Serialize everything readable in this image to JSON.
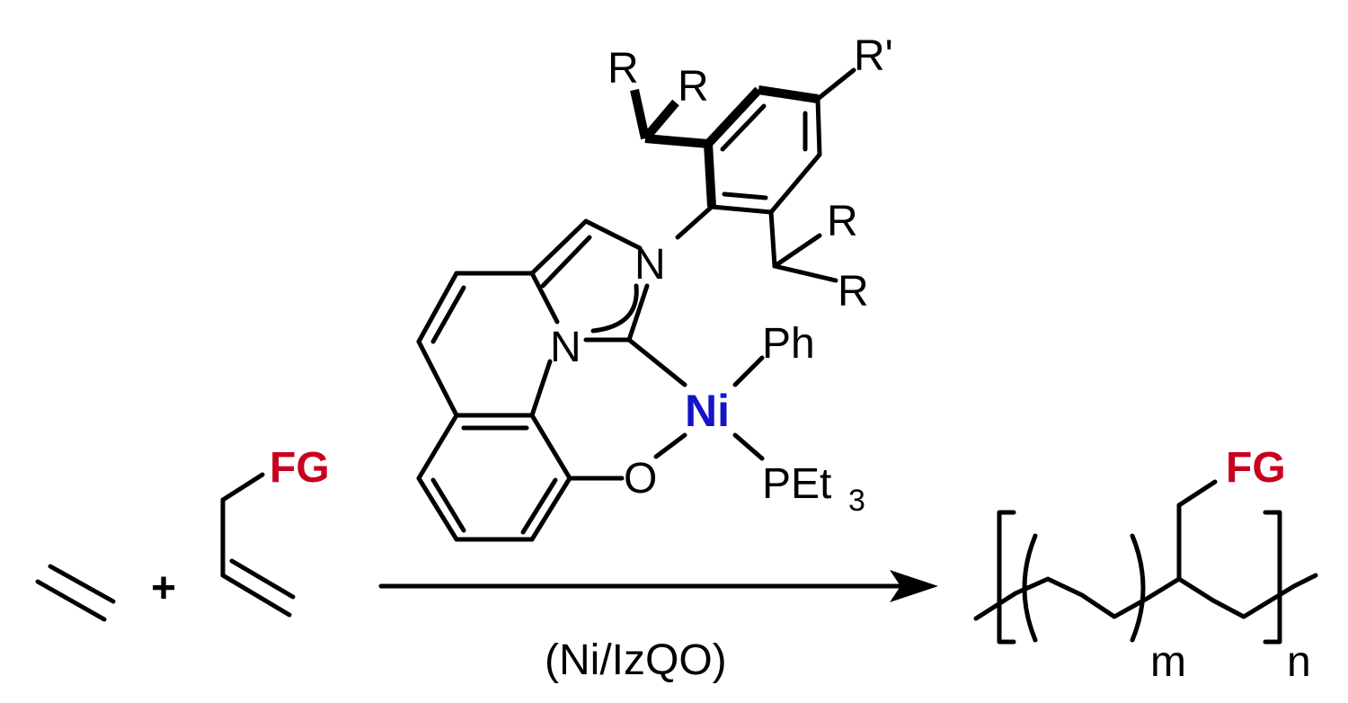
{
  "colors": {
    "functional_group": "#c8001e",
    "metal": "#1414c8",
    "ink": "#000000"
  },
  "reactants": {
    "plus": "+",
    "comonomer_group": "FG"
  },
  "catalyst": {
    "metal": "Ni",
    "phenyl": "Ph",
    "phosphine": "PEt",
    "phosphine_subscript": "3",
    "nitrogen_top": "N",
    "nitrogen_bottom": "N",
    "oxygen": "O",
    "r_top_left": "R",
    "r_top_right": "R",
    "r_prime": "R'",
    "r_lower_1": "R",
    "r_lower_2": "R"
  },
  "arrow": {
    "condition": "(Ni/IzQO)"
  },
  "product": {
    "functional_group": "FG",
    "subscript_m": "m",
    "subscript_n": "n"
  }
}
